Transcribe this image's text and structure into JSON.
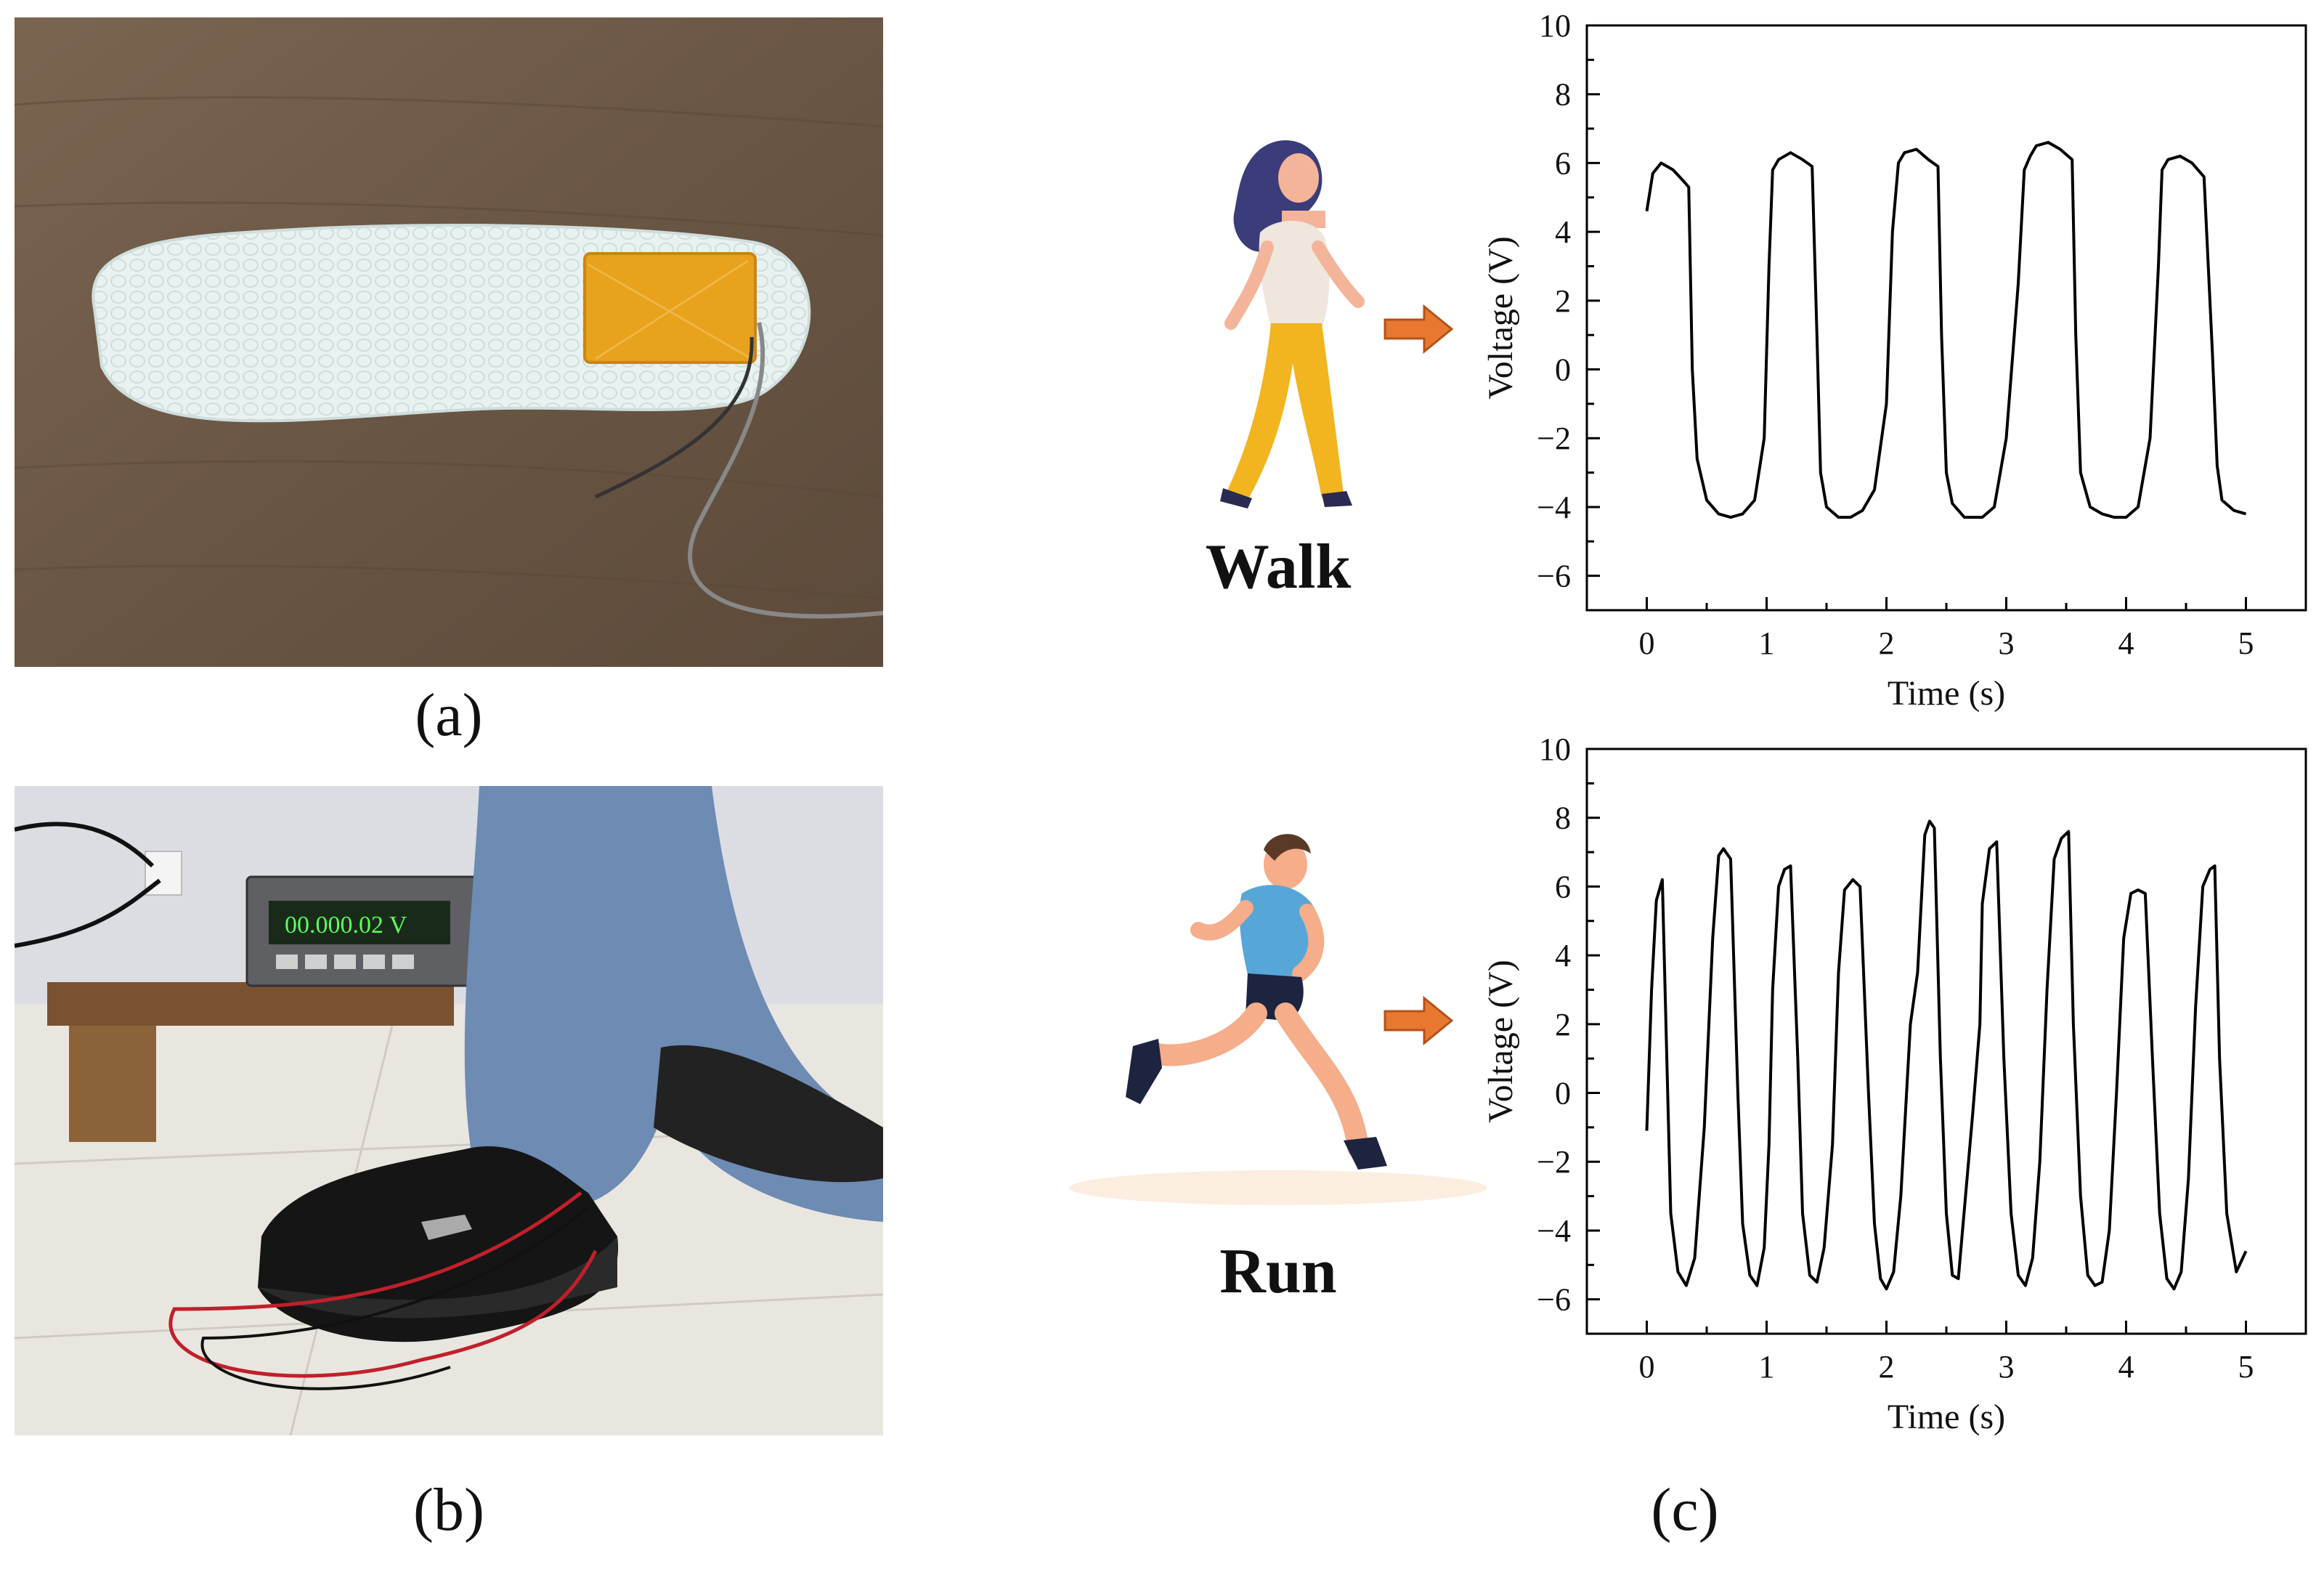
{
  "labels": {
    "a": "(a)",
    "b": "(b)",
    "c": "(c)"
  },
  "photo_a": {
    "subject": "insole-with-generator"
  },
  "photo_b": {
    "subject": "shoe-with-multimeter",
    "multimeter_reading": "00.000.02 V"
  },
  "walk": {
    "label": "Walk"
  },
  "run": {
    "label": "Run"
  },
  "colors": {
    "arrow": "#E8782F",
    "trace": "#000000",
    "wood": "#6e5a46",
    "insole": "#e9f2f1",
    "pad": "#e8a21c"
  },
  "chart_data": [
    {
      "type": "line",
      "name": "walk",
      "xlabel": "Time (s)",
      "ylabel": "Voltage (V)",
      "xlim": [
        -0.5,
        5.5
      ],
      "ylim": [
        -7,
        10
      ],
      "xticks": [
        0,
        1,
        2,
        3,
        4,
        5
      ],
      "yticks": [
        -6,
        -4,
        -2,
        0,
        2,
        4,
        6,
        8,
        10
      ],
      "series": [
        {
          "x": [
            0,
            0.05,
            0.12,
            0.22,
            0.3,
            0.35,
            0.38,
            0.42,
            0.5,
            0.6,
            0.7,
            0.8,
            0.9,
            0.98,
            1.02,
            1.05,
            1.1,
            1.2,
            1.3,
            1.38,
            1.42,
            1.45,
            1.5,
            1.6,
            1.7,
            1.8,
            1.9,
            2.0,
            2.05,
            2.1,
            2.15,
            2.25,
            2.35,
            2.43,
            2.46,
            2.5,
            2.55,
            2.65,
            2.8,
            2.9,
            3.0,
            3.1,
            3.15,
            3.2,
            3.25,
            3.35,
            3.45,
            3.55,
            3.58,
            3.62,
            3.7,
            3.8,
            3.9,
            4.0,
            4.1,
            4.2,
            4.27,
            4.3,
            4.35,
            4.45,
            4.55,
            4.65,
            4.72,
            4.76,
            4.8,
            4.9,
            5.0
          ],
          "y": [
            4.6,
            5.7,
            6.0,
            5.8,
            5.5,
            5.3,
            0.0,
            -2.6,
            -3.8,
            -4.2,
            -4.3,
            -4.2,
            -3.8,
            -2.0,
            3.0,
            5.8,
            6.1,
            6.3,
            6.1,
            5.9,
            1.0,
            -3.0,
            -4.0,
            -4.3,
            -4.3,
            -4.1,
            -3.5,
            -1.0,
            4.0,
            6.0,
            6.3,
            6.4,
            6.1,
            5.9,
            1.0,
            -3.0,
            -3.9,
            -4.3,
            -4.3,
            -4.0,
            -2.0,
            2.5,
            5.8,
            6.2,
            6.5,
            6.6,
            6.4,
            6.1,
            1.0,
            -3.0,
            -4.0,
            -4.2,
            -4.3,
            -4.3,
            -4.0,
            -2.0,
            3.0,
            5.8,
            6.1,
            6.2,
            6.0,
            5.6,
            0.5,
            -2.8,
            -3.8,
            -4.1,
            -4.2
          ]
        }
      ]
    },
    {
      "type": "line",
      "name": "run",
      "xlabel": "Time (s)",
      "ylabel": "Voltage (V)",
      "xlim": [
        -0.5,
        5.5
      ],
      "ylim": [
        -7,
        10
      ],
      "xticks": [
        0,
        1,
        2,
        3,
        4,
        5
      ],
      "yticks": [
        -6,
        -4,
        -2,
        0,
        2,
        4,
        6,
        8,
        10
      ],
      "series": [
        {
          "x": [
            0,
            0.04,
            0.08,
            0.13,
            0.16,
            0.2,
            0.26,
            0.33,
            0.4,
            0.48,
            0.55,
            0.6,
            0.64,
            0.7,
            0.76,
            0.8,
            0.86,
            0.92,
            0.98,
            1.02,
            1.05,
            1.1,
            1.15,
            1.2,
            1.26,
            1.3,
            1.36,
            1.42,
            1.48,
            1.55,
            1.6,
            1.65,
            1.72,
            1.78,
            1.85,
            1.9,
            1.95,
            2.0,
            2.06,
            2.12,
            2.2,
            2.26,
            2.32,
            2.36,
            2.4,
            2.45,
            2.5,
            2.55,
            2.6,
            2.66,
            2.72,
            2.78,
            2.8,
            2.86,
            2.92,
            2.98,
            3.04,
            3.1,
            3.16,
            3.22,
            3.28,
            3.34,
            3.4,
            3.46,
            3.52,
            3.56,
            3.62,
            3.68,
            3.74,
            3.8,
            3.86,
            3.92,
            3.98,
            4.04,
            4.1,
            4.16,
            4.22,
            4.28,
            4.34,
            4.4,
            4.46,
            4.52,
            4.58,
            4.64,
            4.7,
            4.74,
            4.78,
            4.84,
            4.92,
            5.0
          ],
          "y": [
            -1.1,
            3.0,
            5.6,
            6.2,
            2.0,
            -3.5,
            -5.2,
            -5.6,
            -4.8,
            -1.0,
            4.5,
            6.9,
            7.1,
            6.8,
            0.0,
            -3.8,
            -5.3,
            -5.6,
            -4.5,
            -1.5,
            3.0,
            6.0,
            6.5,
            6.6,
            1.0,
            -3.5,
            -5.3,
            -5.5,
            -4.5,
            -1.5,
            3.5,
            5.9,
            6.2,
            6.0,
            0.0,
            -3.8,
            -5.4,
            -5.7,
            -5.2,
            -3.0,
            2.0,
            3.5,
            7.5,
            7.9,
            7.7,
            1.0,
            -3.5,
            -5.3,
            -5.4,
            -3.0,
            -0.6,
            2.0,
            5.5,
            7.1,
            7.3,
            1.0,
            -3.5,
            -5.3,
            -5.6,
            -4.8,
            -2.0,
            3.0,
            6.8,
            7.4,
            7.6,
            2.0,
            -3.0,
            -5.3,
            -5.6,
            -5.5,
            -4.0,
            0.0,
            4.5,
            5.8,
            5.9,
            5.8,
            1.0,
            -3.5,
            -5.4,
            -5.7,
            -5.2,
            -2.5,
            2.5,
            6.0,
            6.5,
            6.6,
            1.0,
            -3.5,
            -5.2,
            -4.6
          ]
        }
      ]
    }
  ]
}
